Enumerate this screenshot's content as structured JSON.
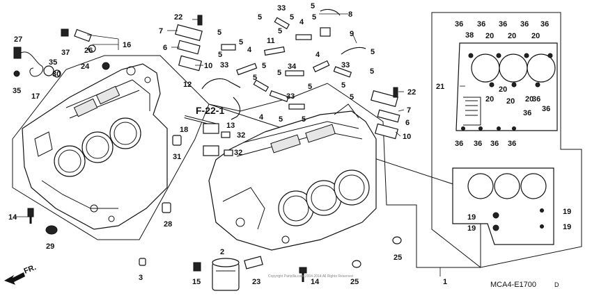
{
  "diagram": {
    "section_ref": "F-22-1",
    "drawing_code": "MCA4-E1700",
    "drawing_suffix": "D",
    "front_label": "FR.",
    "copyright": "Copyright Partzilla.com 2004-2014 All Rights Reserved"
  },
  "callouts": {
    "c1": "1",
    "c2": "2",
    "c3": "3",
    "c4a": "4",
    "c4b": "4",
    "c4c": "4",
    "c4d": "4",
    "c5a": "5",
    "c5b": "5",
    "c5c": "5",
    "c5d": "5",
    "c5e": "5",
    "c5f": "5",
    "c5g": "5",
    "c5h": "5",
    "c5i": "5",
    "c5j": "5",
    "c5k": "5",
    "c5l": "5",
    "c5m": "5",
    "c5n": "5",
    "c5o": "5",
    "c5p": "5",
    "c5q": "5",
    "c5r": "5",
    "c6a": "6",
    "c6b": "6",
    "c7a": "7",
    "c7b": "7",
    "c8": "8",
    "c9": "9",
    "c10a": "10",
    "c10b": "10",
    "c11": "11",
    "c12": "12",
    "c13": "13",
    "c14a": "14",
    "c14b": "14",
    "c15": "15",
    "c16": "16",
    "c17": "17",
    "c18": "18",
    "c19a": "19",
    "c19b": "19",
    "c19c": "19",
    "c19d": "19",
    "c20a": "20",
    "c20b": "20",
    "c20c": "20",
    "c20d": "20",
    "c20e": "20",
    "c20f": "20",
    "c20g": "20",
    "c21": "21",
    "c22a": "22",
    "c22b": "22",
    "c23": "23",
    "c24": "24",
    "c25a": "25",
    "c25b": "25",
    "c26": "26",
    "c27": "27",
    "c28": "28",
    "c29": "29",
    "c30": "30",
    "c31": "31",
    "c32a": "32",
    "c32b": "32",
    "c33a": "33",
    "c33b": "33",
    "c33c": "33",
    "c33d": "33",
    "c34": "34",
    "c35a": "35",
    "c35b": "35",
    "c36a": "36",
    "c36b": "36",
    "c36c": "36",
    "c36d": "36",
    "c36e": "36",
    "c36f": "36",
    "c36g": "36",
    "c36h": "36",
    "c36i": "36",
    "c36j": "36",
    "c36k": "36",
    "c36l": "36",
    "c37": "37",
    "c38": "38"
  }
}
